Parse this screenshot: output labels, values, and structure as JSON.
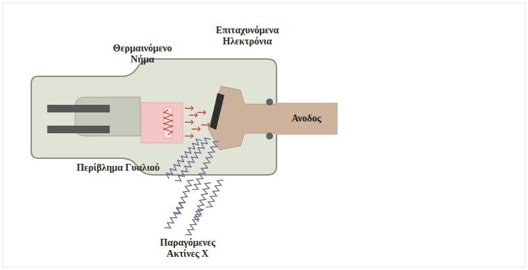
{
  "diagram": {
    "nodes": [
      {
        "text": [
          "Ανοδος"
        ]
      }
    ],
    "labels": [
      "Θερμαινόμενο Νήμα",
      "Επιταχυνόμενα Ηλεκτρόνια",
      "Περίβλημα Γυαλιού",
      "Παραγόμενες Ακτίνες Χ"
    ]
  }
}
